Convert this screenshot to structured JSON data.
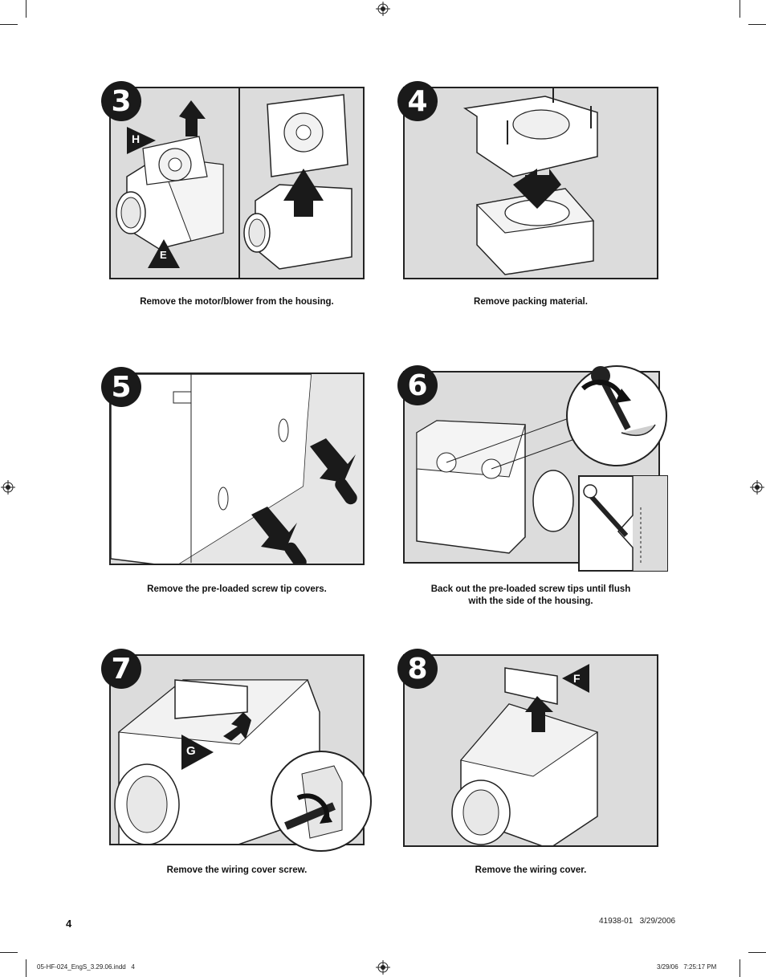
{
  "steps": [
    {
      "number": "3",
      "caption": "Remove the motor/blower from the housing.",
      "labels": [
        "H",
        "E"
      ]
    },
    {
      "number": "4",
      "caption": "Remove packing material.",
      "labels": []
    },
    {
      "number": "5",
      "caption": "Remove the pre-loaded screw tip covers.",
      "labels": []
    },
    {
      "number": "6",
      "caption_line1": "Back out the pre-loaded screw tips until flush",
      "caption_line2": "with the side of the housing.",
      "labels": []
    },
    {
      "number": "7",
      "caption": "Remove the wiring cover screw.",
      "labels": [
        "G"
      ]
    },
    {
      "number": "8",
      "caption": "Remove the wiring cover.",
      "labels": [
        "F"
      ]
    }
  ],
  "footer": {
    "page_number": "4",
    "doc_code": "41938-01   3/29/2006",
    "slug_left": "05-HF-024_EngS_3.29.06.indd   4",
    "slug_right": "3/29/06   7:25:17 PM"
  }
}
